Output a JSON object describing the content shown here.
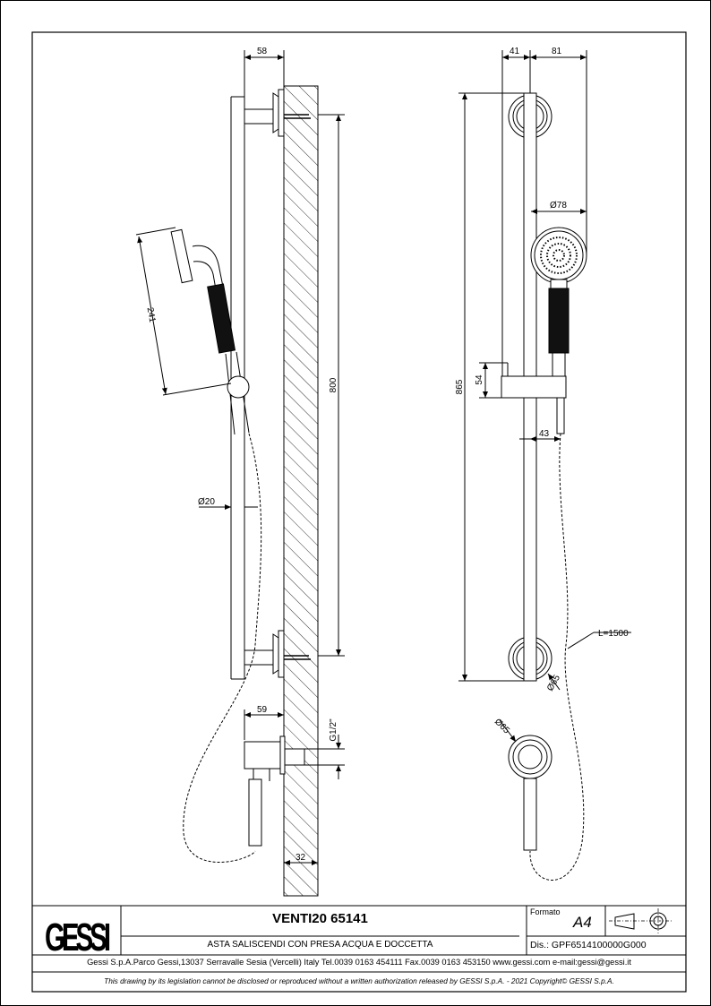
{
  "title_block": {
    "logo": "GESSI",
    "product_title": "VENTI20 65141",
    "description": "ASTA SALISCENDI CON PRESA ACQUA E DOCCETTA",
    "format_label": "Formato",
    "format_value": "A4",
    "drawing_number": "Dis.: GPF6514100000G000",
    "address": "Gessi S.p.A.Parco Gessi,13037 Serravalle Sesia (Vercelli) Italy Tel.0039 0163 454111 Fax.0039 0163 453150 www.gessi.com e-mail:gessi@gessi.it",
    "disclaimer": "This drawing by its legislation cannot be disclosed or reproduced without a written authorization released by GESSI S.p.A. - 2021 Copyright© GESSI S.p.A."
  },
  "dimensions": {
    "side_top_depth": "58",
    "side_handshower_length": "241",
    "side_bar_spacing": "800",
    "side_bar_diameter": "Ø20",
    "side_outlet_depth": "59",
    "side_outlet_thread": "G1/2\"",
    "side_outlet_wall": "32",
    "front_offset_left": "41",
    "front_offset_right": "81",
    "front_head_diameter": "Ø78",
    "front_total_height": "865",
    "front_slider_height": "54",
    "front_slider_offset": "43",
    "front_hose_length": "L=1500",
    "front_rosette_diameter": "Ø65",
    "front_outlet_diameter": "Ø65"
  }
}
